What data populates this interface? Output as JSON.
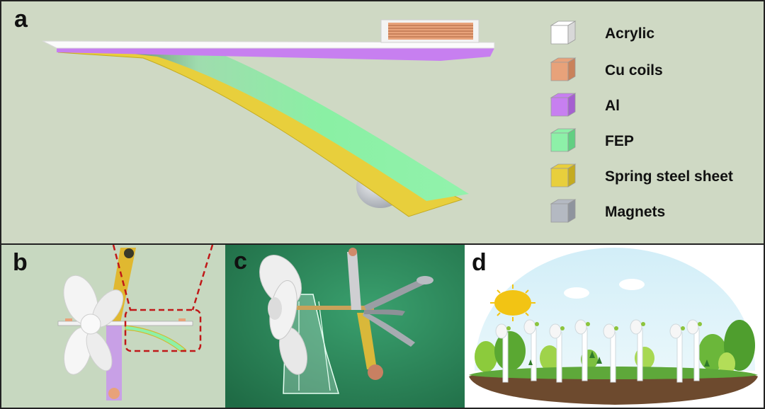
{
  "panels": {
    "a": {
      "label": "a"
    },
    "b": {
      "label": "b"
    },
    "c": {
      "label": "c"
    },
    "d": {
      "label": "d"
    }
  },
  "legend": [
    {
      "label": "Acrylic",
      "color": "#ffffff",
      "shade": "#d8d8d8"
    },
    {
      "label": "Cu coils",
      "color": "#e8a27a",
      "shade": "#c9825b"
    },
    {
      "label": "Al",
      "color": "#c77ff0",
      "shade": "#a55fd0"
    },
    {
      "label": "FEP",
      "color": "#8df0a8",
      "shade": "#62cf82"
    },
    {
      "label": "Spring steel sheet",
      "color": "#e8cf3c",
      "shade": "#c4ab20"
    },
    {
      "label": "Magnets",
      "color": "#b4b9c2",
      "shade": "#8f949e"
    }
  ]
}
